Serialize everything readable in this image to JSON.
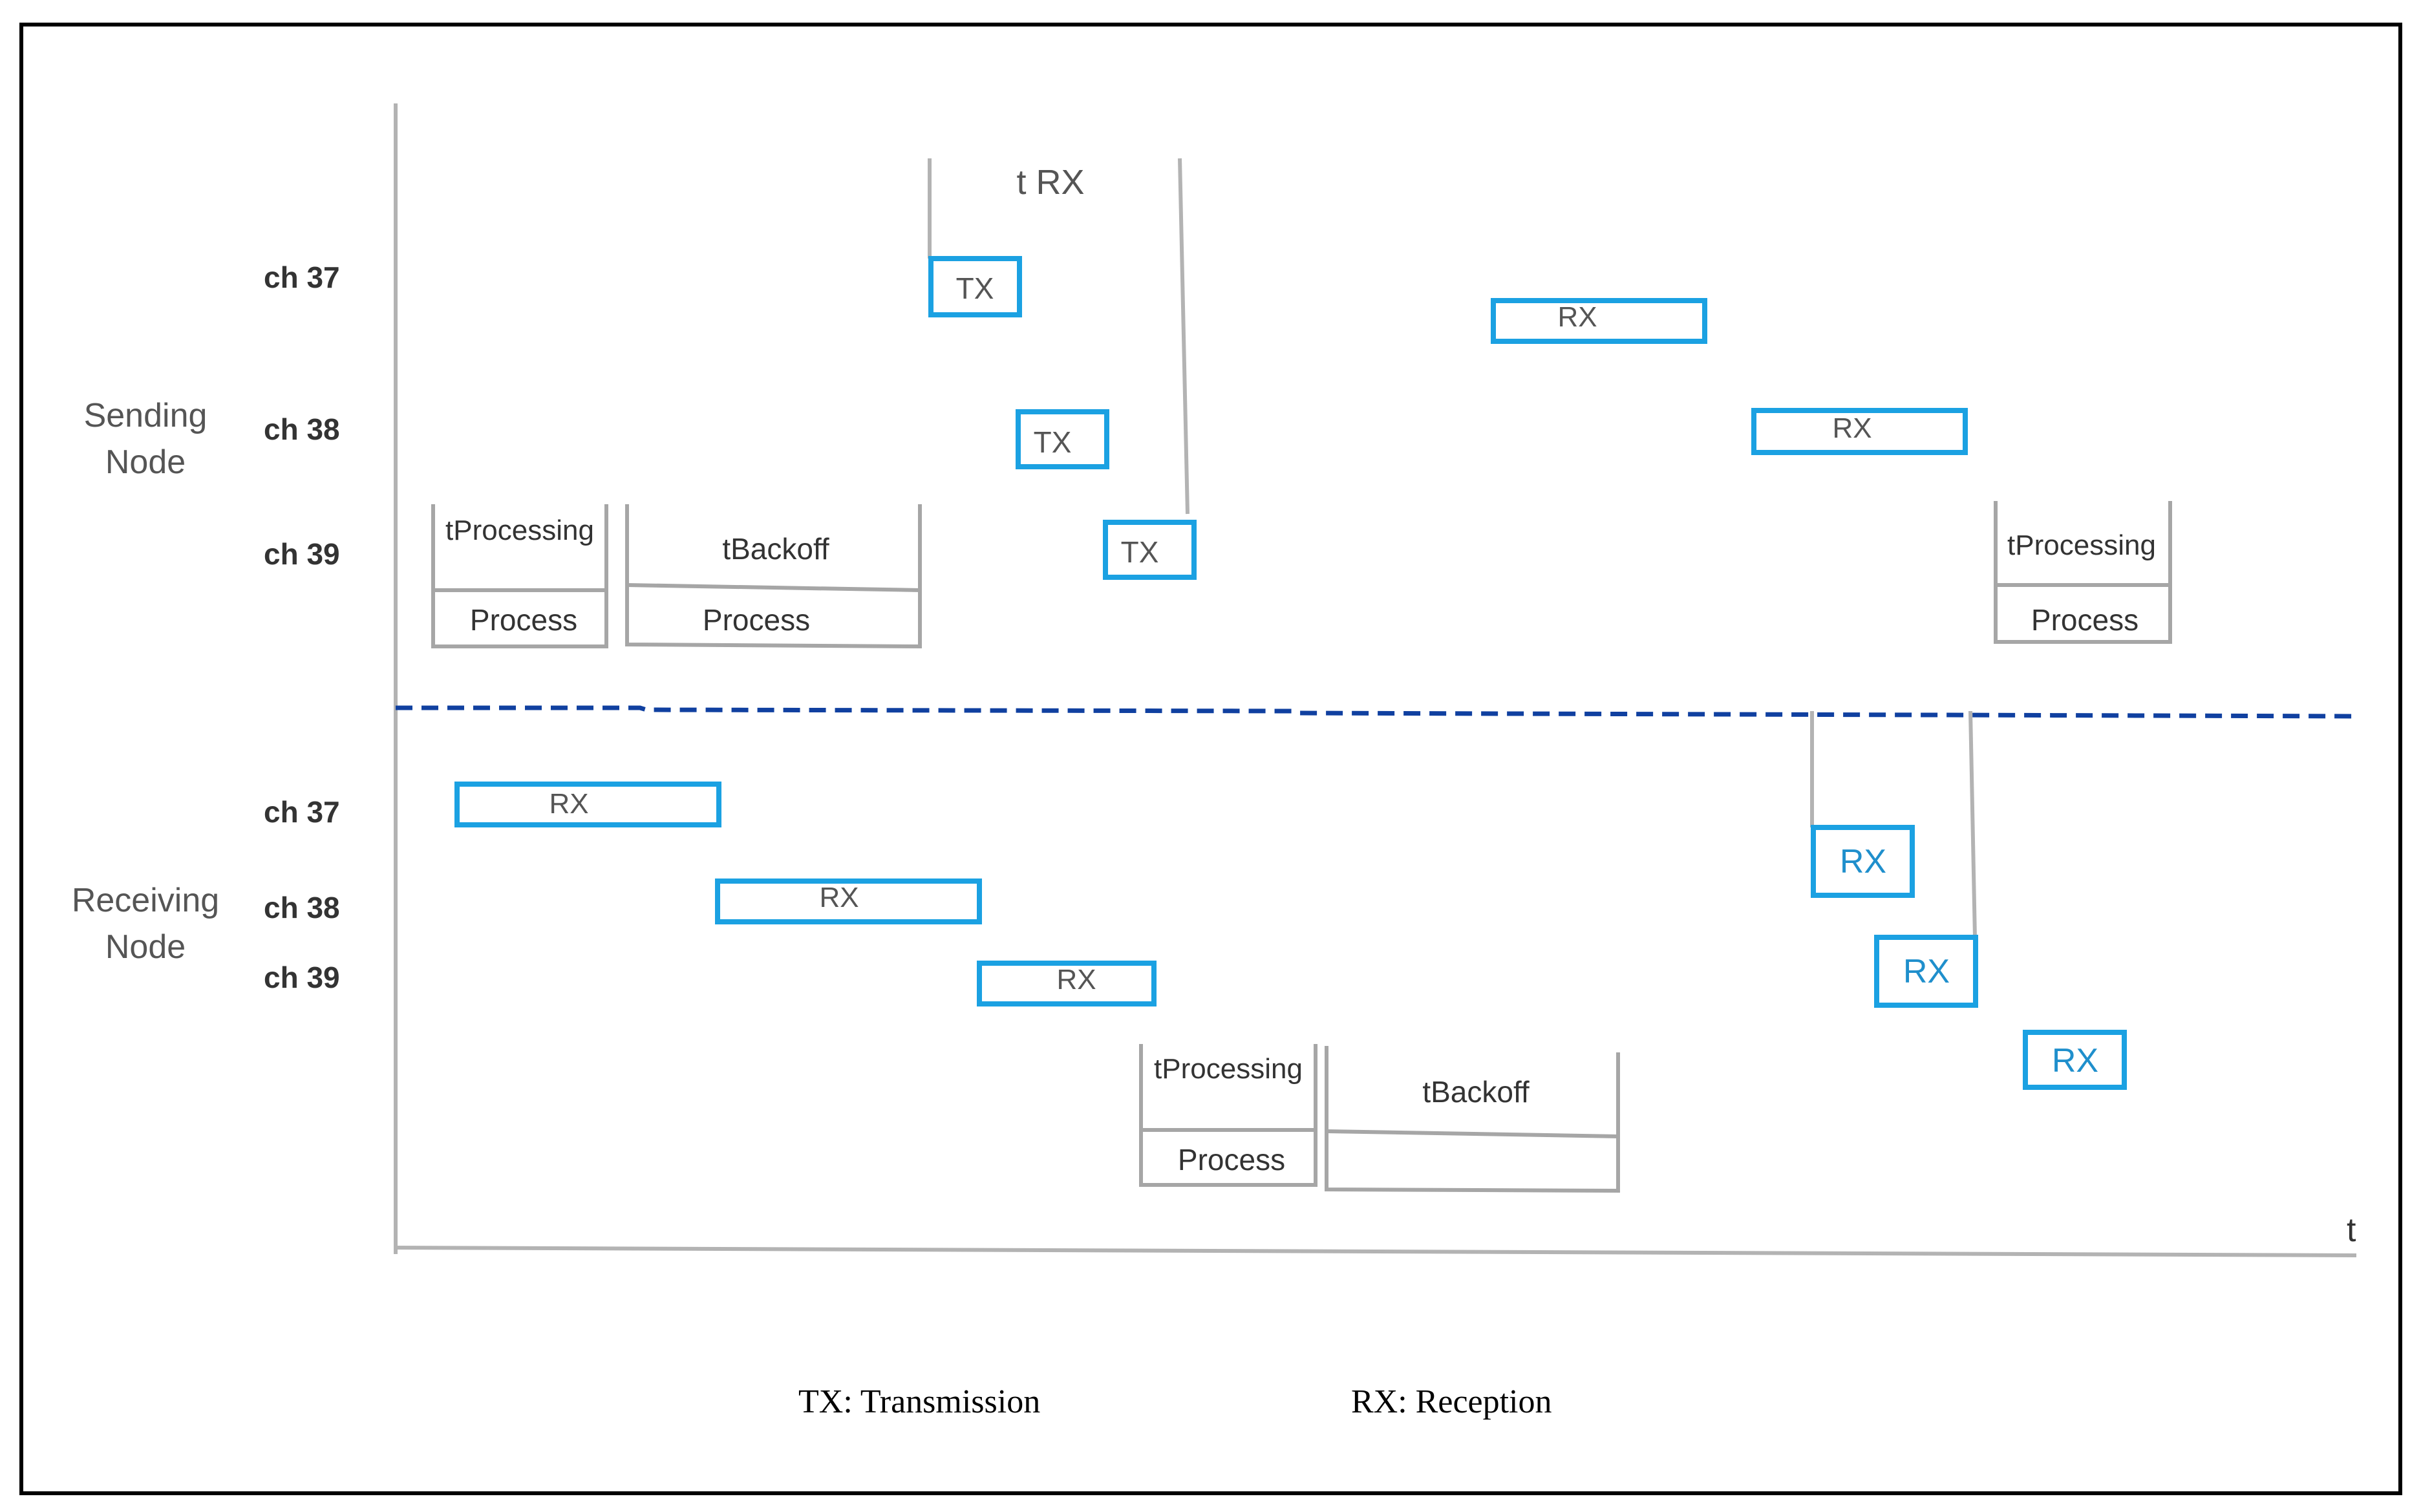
{
  "colors": {
    "frame": "#000000",
    "axis": "#b3b3b3",
    "gray_box": "#a6a6a6",
    "blue_box": "#1ba1e2",
    "blue_text": "#1f8fcc",
    "gray_text": "#555555",
    "dark_text": "#333333",
    "divider": "#1040a0"
  },
  "axis": {
    "t_label": "t"
  },
  "sending": {
    "node_label_1": "Sending",
    "node_label_2": "Node",
    "channels": [
      "ch 37",
      "ch 38",
      "ch 39"
    ],
    "trx_label": "t RX",
    "tx_boxes": [
      "TX",
      "TX",
      "TX"
    ],
    "rx_boxes": [
      "RX",
      "RX"
    ],
    "processing_1": {
      "title": "tProcessing",
      "body": "Process"
    },
    "backoff": {
      "title": "tBackoff",
      "body": "Process"
    },
    "processing_2": {
      "title": "tProcessing",
      "body": "Process"
    }
  },
  "receiving": {
    "node_label_1": "Receiving",
    "node_label_2": "Node",
    "channels": [
      "ch 37",
      "ch 38",
      "ch 39"
    ],
    "rx_boxes": [
      "RX",
      "RX",
      "RX"
    ],
    "rx_highlight": [
      "RX",
      "RX",
      "RX"
    ],
    "processing": {
      "title": "tProcessing",
      "body": "Process"
    },
    "backoff": {
      "title": "tBackoff",
      "body": ""
    }
  },
  "legend": {
    "tx": "TX: Transmission",
    "rx": "RX: Reception"
  }
}
